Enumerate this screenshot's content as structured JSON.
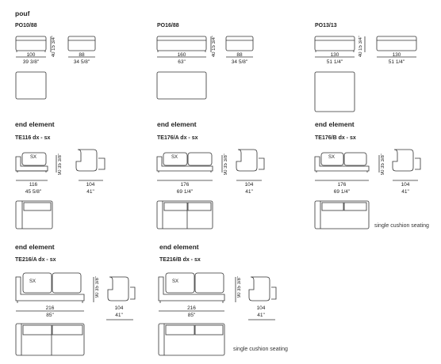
{
  "pouf": {
    "section_title": "pouf",
    "items": [
      {
        "code": "PO10/88",
        "height_cm": "40",
        "height_in": "15 3/4\"",
        "length_cm": "100",
        "length_in": "39 3/8\"",
        "depth_cm": "88",
        "depth_in": "34 5/8\""
      },
      {
        "code": "PO16/88",
        "height_cm": "40",
        "height_in": "15 3/4\"",
        "length_cm": "160",
        "length_in": "63\"",
        "depth_cm": "88",
        "depth_in": "34 5/8\""
      },
      {
        "code": "PO13/13",
        "height_cm": "40",
        "height_in": "15 3/4\"",
        "length_cm": "130",
        "length_in": "51 1/4\"",
        "depth_cm": "130",
        "depth_in": "51 1/4\""
      }
    ]
  },
  "end_elements": [
    {
      "section_title": "end element",
      "code": "TE116  dx - sx",
      "seat_label": "SX",
      "height_cm": "90",
      "height_in": "35 3/8\"",
      "length_cm": "116",
      "length_in": "45 5/8\"",
      "depth_cm": "104",
      "depth_in": "41\"",
      "note": ""
    },
    {
      "section_title": "end element",
      "code": "TE176/A  dx - sx",
      "seat_label": "SX",
      "height_cm": "90",
      "height_in": "35 3/8\"",
      "length_cm": "176",
      "length_in": "69 1/4\"",
      "depth_cm": "104",
      "depth_in": "41\"",
      "note": ""
    },
    {
      "section_title": "end element",
      "code": "TE176/B  dx - sx",
      "seat_label": "SX",
      "height_cm": "90",
      "height_in": "35 3/8\"",
      "length_cm": "176",
      "length_in": "69 1/4\"",
      "depth_cm": "104",
      "depth_in": "41\"",
      "note": "single cushion seating"
    },
    {
      "section_title": "end element",
      "code": "TE216/A  dx - sx",
      "seat_label": "SX",
      "height_cm": "90",
      "height_in": "35 3/8\"",
      "length_cm": "216",
      "length_in": "85\"",
      "depth_cm": "104",
      "depth_in": "41\"",
      "note": ""
    },
    {
      "section_title": "end element",
      "code": "TE216/B  dx - sx",
      "seat_label": "SX",
      "height_cm": "90",
      "height_in": "35 3/8\"",
      "length_cm": "216",
      "length_in": "85\"",
      "depth_cm": "104",
      "depth_in": "41\"",
      "note": "single cushion seating"
    }
  ]
}
